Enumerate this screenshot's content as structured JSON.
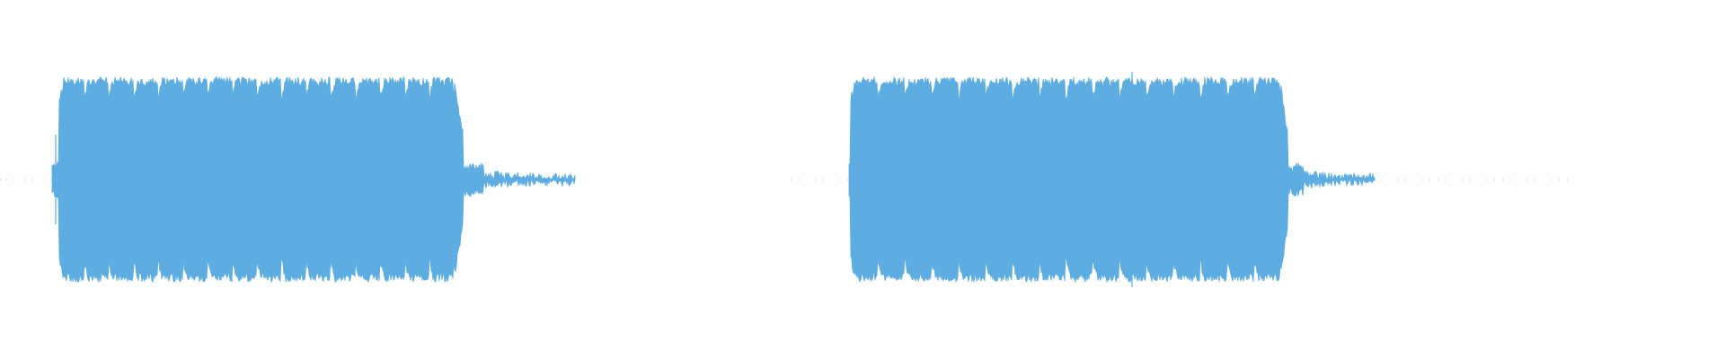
{
  "waveform": {
    "color": "#5dade2",
    "background": "#ffffff",
    "segments": [
      {
        "name": "first-burst",
        "amplitude_ratio": 0.95,
        "tail_present": true
      },
      {
        "name": "second-burst",
        "amplitude_ratio": 0.95,
        "tail_present": true
      }
    ]
  }
}
